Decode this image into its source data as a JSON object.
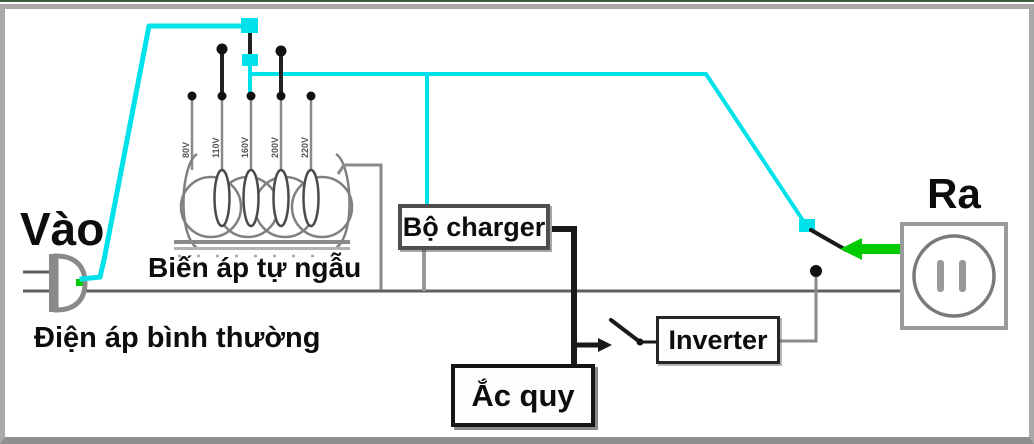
{
  "diagram": {
    "labels": {
      "input": "Vào",
      "output": "Ra",
      "transformer_caption": "Biến áp tự ngẫu",
      "bottom_caption": "Điện áp bình thường"
    },
    "components": {
      "charger": "Bộ charger",
      "battery": "Ắc quy",
      "inverter": "Inverter"
    },
    "tap_labels": [
      "80V",
      "110V",
      "160V",
      "200V",
      "220V"
    ],
    "colors": {
      "mains_wire": "#00e2ea",
      "flow_wire": "#00cb00",
      "battery_wire": "#1a1a1a",
      "neutral_wire": "#5f5f5f",
      "hardware": "#8a8a8a"
    }
  }
}
